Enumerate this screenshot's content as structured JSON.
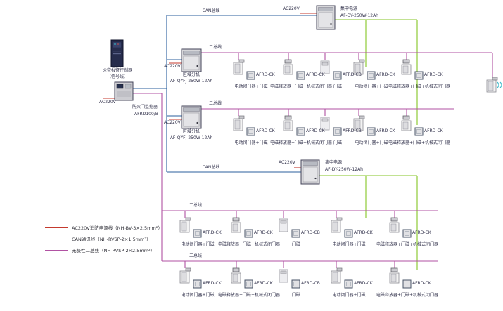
{
  "colors": {
    "power_line": "#c43a2e",
    "can_line": "#2b5f9e",
    "bus_line": "#b152a3",
    "supply_line": "#84c525",
    "cyan_mark": "#35b9c9",
    "text": "#30304a"
  },
  "legend": {
    "items": [
      {
        "wire": "power",
        "label": "AC220V消防电源线（NH-BV-3×2.5mm²）"
      },
      {
        "wire": "can",
        "label": "CAN通讯线（NH-RVSP-2×1.5mm²）"
      },
      {
        "wire": "two_wire_bus",
        "label": "无极性二总线（NH-RVSP-2×2.5mm²）"
      }
    ]
  },
  "labels": {
    "can_bus": "CAN总线",
    "two_wire_bus": "二总线",
    "ac_power": "AC220V"
  },
  "devices": {
    "fire_alarm_controller": {
      "name": "火灾报警控制器",
      "note": "（信号线）"
    },
    "door_monitor": {
      "name": "防火门监控器",
      "model": "AFRD100/B"
    },
    "central_power_top": {
      "name": "集中电源",
      "model": "AF-DY-250W-12Ah"
    },
    "central_power_mid": {
      "name": "集中电源",
      "model": "AF-DY-250W-12Ah"
    },
    "zone_unit_1": {
      "name": "区域分机",
      "model": "AF-QYFJ-250W-12Ah"
    },
    "zone_unit_2": {
      "name": "区域分机",
      "model": "AF-QYFJ-250W-12Ah"
    }
  },
  "device_types": {
    "ck_closer": {
      "model": "AFRD-CK",
      "desc": "电动闭门器+门磁"
    },
    "ck_release": {
      "model": "AFRD-CK",
      "desc": "电磁释放器+门磁+机械式闭门器"
    },
    "cb_magnet": {
      "model": "AFRD-CB",
      "desc": "门磁"
    }
  },
  "rows": [
    {
      "devices": [
        "ck_closer",
        "ck_release",
        "cb_magnet",
        "ck_closer",
        "ck_release"
      ]
    },
    {
      "devices": [
        "ck_closer",
        "ck_release",
        "cb_magnet",
        "ck_closer",
        "ck_release"
      ]
    },
    {
      "devices": [
        "ck_closer",
        "ck_release",
        "cb_magnet",
        "ck_closer",
        "ck_release"
      ]
    },
    {
      "devices": [
        "ck_closer",
        "ck_release",
        "cb_magnet",
        "ck_closer",
        "ck_release"
      ]
    }
  ]
}
